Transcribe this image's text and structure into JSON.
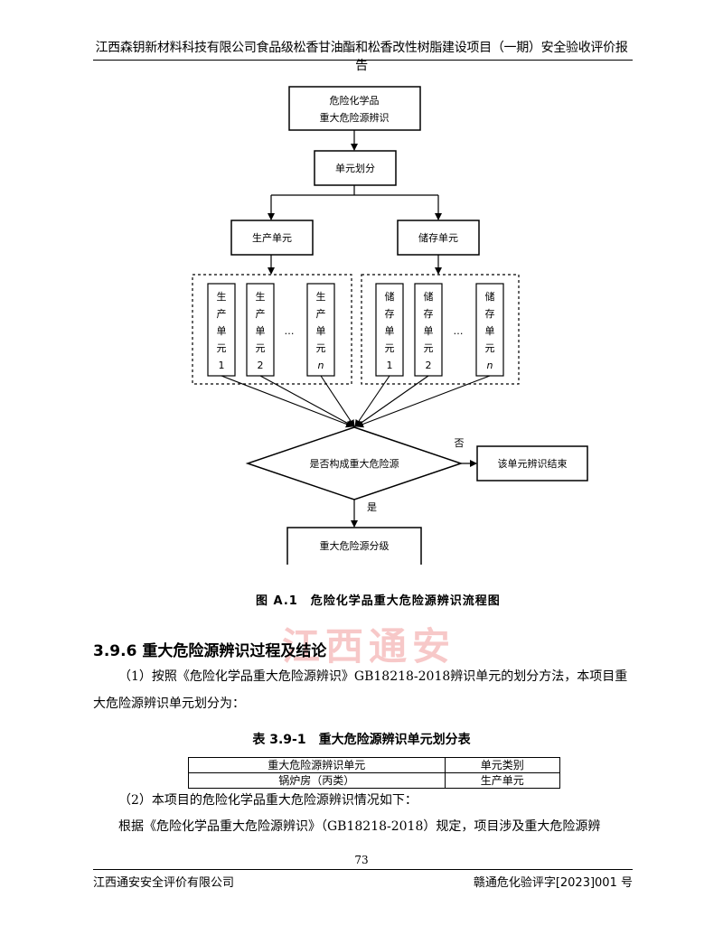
{
  "header": {
    "title": "江西森钥新材料科技有限公司食品级松香甘油酯和松香改性树脂建设项目（一期）安全验收评价报告"
  },
  "flowchart": {
    "start": [
      "危险化学品",
      "重大危险源辨识"
    ],
    "unit_division": "单元划分",
    "production_unit": "生产单元",
    "storage_unit": "储存单元",
    "production_subunits": [
      [
        "生",
        "产",
        "单",
        "元",
        "1"
      ],
      [
        "生",
        "产",
        "单",
        "元",
        "2"
      ],
      [
        "生",
        "产",
        "单",
        "元",
        "n"
      ]
    ],
    "storage_subunits": [
      [
        "储",
        "存",
        "单",
        "元",
        "1"
      ],
      [
        "储",
        "存",
        "单",
        "元",
        "2"
      ],
      [
        "储",
        "存",
        "单",
        "元",
        "n"
      ]
    ],
    "ellipsis": "…",
    "decision": "是否构成重大危险源",
    "no_label": "否",
    "yes_label": "是",
    "no_result": "该单元辨识结束",
    "yes_result": "重大危险源分级"
  },
  "figure_caption": "图 A.1　危险化学品重大危险源辨识流程图",
  "watermark": "江西通安",
  "section": {
    "heading": "3.9.6 重大危险源辨识过程及结论",
    "para1": "（1）按照《危险化学品重大危险源辨识》GB18218-2018辨识单元的划分方法，本项目重大危险源辨识单元划分为：",
    "table_title": "表 3.9-1　重大危险源辨识单元划分表",
    "table": {
      "headers": [
        "重大危险源辨识单元",
        "单元类别"
      ],
      "rows": [
        [
          "锅炉房（丙类）",
          "生产单元"
        ]
      ]
    },
    "para2": "（2）本项目的危险化学品重大危险源辨识情况如下：",
    "para3": "根据《危险化学品重大危险源辨识》（GB18218-2018）规定，项目涉及重大危险源辨"
  },
  "footer": {
    "page_number": "73",
    "company": "江西通安安全评价有限公司",
    "doc_number": "赣通危化验评字[2023]001 号"
  }
}
